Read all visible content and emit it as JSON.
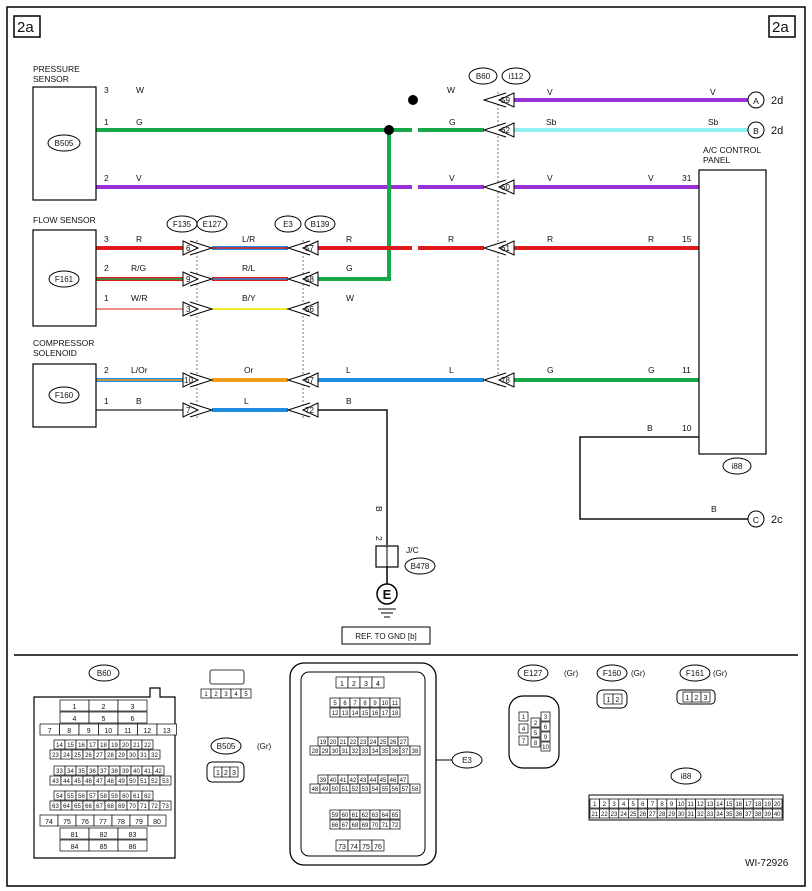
{
  "page": {
    "tag_left": "2a",
    "tag_right": "2a",
    "figure_id": "WI-72926"
  },
  "components": {
    "pressure_sensor": {
      "title_line1": "PRESSURE",
      "title_line2": "SENSOR",
      "code": "B505"
    },
    "flow_sensor": {
      "title": "FLOW SENSOR",
      "code": "F161"
    },
    "compressor": {
      "title_line1": "COMPRESSOR",
      "title_line2": "SOLENOID",
      "code": "F160"
    },
    "ac_panel": {
      "title_line1": "A/C CONTROL",
      "title_line2": "PANEL",
      "code": "i88"
    },
    "joint": {
      "label": "J/C",
      "code": "B478",
      "ground_symbol": "E",
      "ref": "REF. TO GND [b]",
      "pin": "2"
    }
  },
  "connectors": {
    "f135": "F135",
    "e127": "E127",
    "e3": "E3",
    "b139": "B139",
    "b60": "B60",
    "i112": "i112"
  },
  "wires": {
    "ps_pin3": "3",
    "ps_pin3_color": "W",
    "w_at_b60": "W",
    "ps_pin1": "1",
    "ps_pin1_color": "G",
    "g_mid": "G",
    "b60_pin62": "62",
    "sb_1": "Sb",
    "sb_2": "Sb",
    "ps_pin2": "2",
    "ps_pin2_color": "V",
    "v_mid": "V",
    "b60_pin60": "60",
    "v_60a": "V",
    "v_60b": "V",
    "panel_pin31": "31",
    "b60_pin59": "59",
    "v_59a": "V",
    "v_59b": "V",
    "fs_pin3": "3",
    "fs_pin3_color": "R",
    "f135_pin6": "6",
    "lr_color": "L/R",
    "b139_pin57": "57",
    "r_57": "R",
    "r_mid": "R",
    "b60_pin61": "61",
    "r_61a": "R",
    "r_61b": "R",
    "panel_pin15": "15",
    "fs_pin2": "2",
    "fs_pin2_color": "R/G",
    "f135_pin9": "9",
    "rl_color": "R/L",
    "b139_pin58": "58",
    "g_58": "G",
    "fs_pin1": "1",
    "fs_pin1_color": "W/R",
    "f135_pin3": "3",
    "by_color": "B/Y",
    "b139_pin56": "56",
    "w_56": "W",
    "cs_pin2": "2",
    "cs_pin2_color": "L/Or",
    "f135_pin10": "10",
    "or_color": "Or",
    "b139_pin67": "67",
    "l_67": "L",
    "l_mid": "L",
    "b60_pin78": "78",
    "g_78a": "G",
    "g_78b": "G",
    "panel_pin11": "11",
    "cs_pin1": "1",
    "cs_pin1_color": "B",
    "f135_pin7": "7",
    "l_7": "L",
    "b139_pin72": "72",
    "b_72": "B",
    "b_vertical": "B",
    "panel_pin10": "10",
    "b_10": "B",
    "b_c": "B"
  },
  "offpage": {
    "a_letter": "A",
    "a_ref": "2d",
    "b_letter": "B",
    "b_ref": "2d",
    "c_letter": "C",
    "c_ref": "2c"
  },
  "connector_views": {
    "b60": {
      "label": "B60",
      "pins": [
        [
          "1",
          "2",
          "3"
        ],
        [
          "4",
          "5",
          "6"
        ],
        [
          "7",
          "8",
          "9",
          "10",
          "11",
          "12",
          "13"
        ],
        [
          "14",
          "15",
          "16",
          "17",
          "18",
          "19",
          "20",
          "21",
          "22"
        ],
        [
          "23",
          "24",
          "25",
          "26",
          "27",
          "28",
          "29",
          "30",
          "31",
          "32"
        ],
        [
          "33",
          "34",
          "35",
          "36",
          "37",
          "38",
          "39",
          "40",
          "41",
          "42"
        ],
        [
          "43",
          "44",
          "45",
          "46",
          "47",
          "48",
          "49",
          "50",
          "51",
          "52",
          "53"
        ],
        [
          "54",
          "55",
          "56",
          "57",
          "58",
          "59",
          "60",
          "61",
          "62"
        ],
        [
          "63",
          "64",
          "65",
          "66",
          "67",
          "68",
          "69",
          "70",
          "71",
          "72",
          "73"
        ],
        [
          "74",
          "75",
          "76",
          "77",
          "78",
          "79",
          "80"
        ],
        [
          "81",
          "82",
          "83"
        ],
        [
          "84",
          "85",
          "86"
        ]
      ]
    },
    "b478": {
      "label": "B478",
      "pins": [
        "1",
        "2",
        "3",
        "4",
        "5"
      ]
    },
    "b505": {
      "label": "B505",
      "color": "(Gr)",
      "pins": [
        "1",
        "2",
        "3"
      ]
    },
    "e3": {
      "label": "E3",
      "pins": [
        [
          "1",
          "2",
          "3",
          "4"
        ],
        [
          "5",
          "6",
          "7",
          "8",
          "9",
          "10",
          "11"
        ],
        [
          "12",
          "13",
          "14",
          "15",
          "16",
          "17",
          "18"
        ],
        [
          "19",
          "20",
          "21",
          "22",
          "23",
          "24",
          "25",
          "26",
          "27"
        ],
        [
          "28",
          "29",
          "30",
          "31",
          "32",
          "33",
          "34",
          "35",
          "36",
          "37",
          "38"
        ],
        [
          "39",
          "40",
          "41",
          "42",
          "43",
          "44",
          "45",
          "46",
          "47"
        ],
        [
          "48",
          "49",
          "50",
          "51",
          "52",
          "53",
          "54",
          "55",
          "56",
          "57",
          "58"
        ],
        [
          "59",
          "60",
          "61",
          "62",
          "63",
          "64",
          "65"
        ],
        [
          "66",
          "67",
          "68",
          "69",
          "70",
          "71",
          "72"
        ],
        [
          "73",
          "74",
          "75",
          "76"
        ]
      ]
    },
    "e127": {
      "label": "E127",
      "color": "(Gr)",
      "pins": [
        "1",
        "2",
        "3",
        "4",
        "5",
        "6",
        "7",
        "8",
        "9",
        "10"
      ]
    },
    "f160": {
      "label": "F160",
      "color": "(Gr)",
      "pins": [
        "1",
        "2"
      ]
    },
    "f161": {
      "label": "F161",
      "color": "(Gr)",
      "pins": [
        "1",
        "2",
        "3"
      ]
    },
    "i88": {
      "label": "i88",
      "pins": [
        [
          "1",
          "2",
          "3",
          "4",
          "5",
          "6",
          "7",
          "8",
          "9",
          "10",
          "11",
          "12",
          "13",
          "14",
          "15",
          "16",
          "17",
          "18",
          "19",
          "20"
        ],
        [
          "21",
          "22",
          "23",
          "24",
          "25",
          "26",
          "27",
          "28",
          "29",
          "30",
          "31",
          "32",
          "33",
          "34",
          "35",
          "36",
          "37",
          "38",
          "39",
          "40"
        ]
      ]
    }
  },
  "colors": {
    "W": "#ffffff",
    "G": "#16a94a",
    "V": "#9b2fd6",
    "Sb": "#8ef0f0",
    "R": "#e01b1b",
    "L": "#1e8fe0",
    "Or": "#f29a1a",
    "Y": "#f2ea2a",
    "B": "#111111"
  }
}
